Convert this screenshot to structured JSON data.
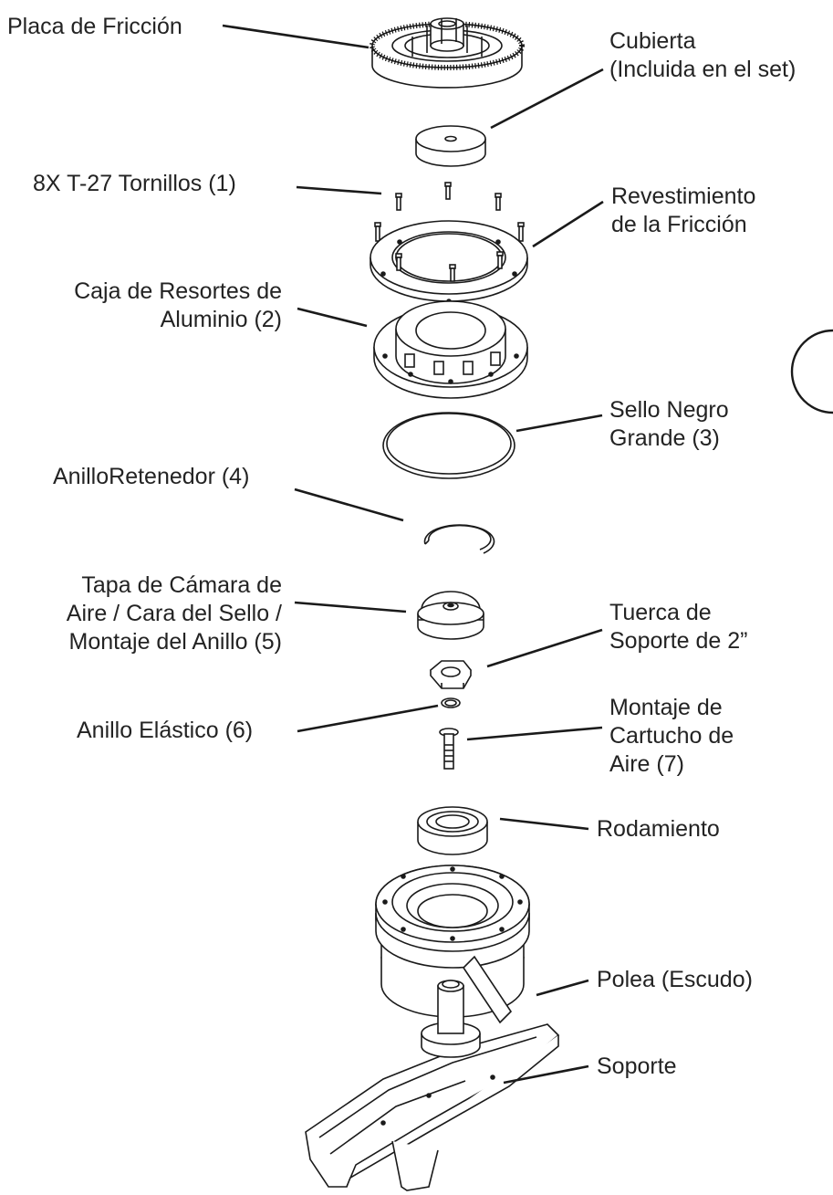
{
  "labels": {
    "placa_friccion": "Placa de Fricción",
    "cubierta": [
      "Cubierta",
      "(Incluida en el set)"
    ],
    "tornillos": "8X T-27 Tornillos (1)",
    "revestimiento": [
      "Revestimiento",
      "de la Fricción"
    ],
    "caja_resortes": [
      "Caja de Resortes de",
      "Aluminio (2)"
    ],
    "sello_negro": [
      "Sello Negro",
      "Grande (3)"
    ],
    "anillo_retenedor": "AnilloRetenedor (4)",
    "tapa_camara": [
      "Tapa de Cámara de",
      "Aire / Cara del Sello /",
      "Montaje del Anillo (5)"
    ],
    "tuerca": [
      "Tuerca de",
      "Soporte de 2”"
    ],
    "anillo_elastico": "Anillo Elástico (6)",
    "cartucho": [
      "Montaje de",
      "Cartucho de",
      "Aire (7)"
    ],
    "rodamiento": "Rodamiento",
    "polea": "Polea (Escudo)",
    "soporte": "Soporte"
  },
  "colors": {
    "stroke": "#1a1a1a",
    "text": "#232323",
    "background": "#ffffff"
  }
}
